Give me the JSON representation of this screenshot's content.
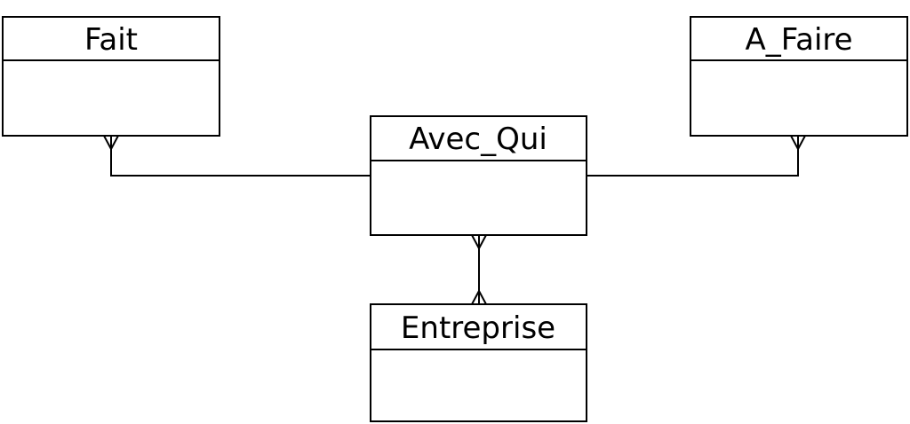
{
  "diagram": {
    "type": "entity-relationship",
    "entities": [
      {
        "id": "fait",
        "name": "Fait"
      },
      {
        "id": "a_faire",
        "name": "A_Faire"
      },
      {
        "id": "avec_qui",
        "name": "Avec_Qui"
      },
      {
        "id": "entreprise",
        "name": "Entreprise"
      }
    ],
    "relationships": [
      {
        "from": "avec_qui",
        "to": "fait",
        "from_end": "one",
        "to_end": "many"
      },
      {
        "from": "avec_qui",
        "to": "a_faire",
        "from_end": "one",
        "to_end": "many"
      },
      {
        "from": "avec_qui",
        "to": "entreprise",
        "from_end": "many",
        "to_end": "many"
      }
    ]
  }
}
